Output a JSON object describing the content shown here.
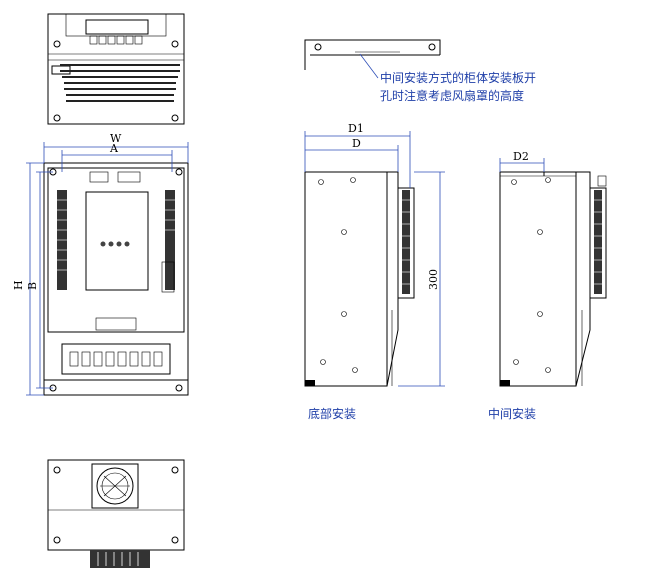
{
  "dimensions": {
    "width_label": "W",
    "mount_width_label": "A",
    "height_label": "H",
    "mount_height_label": "B",
    "depth1_label": "D1",
    "depth_label": "D",
    "depth2_label": "D2",
    "fan_height_label": "300"
  },
  "annotations": {
    "middle_note_line1": "中间安装方式的柜体安装板开",
    "middle_note_line2": "孔时注意考虑风扇罩的高度"
  },
  "captions": {
    "bottom_mount": "底部安装",
    "middle_mount": "中间安装"
  },
  "colors": {
    "dimension_lines": "#2d4db8",
    "captions": "#1f3fa8",
    "outline": "#000000"
  }
}
